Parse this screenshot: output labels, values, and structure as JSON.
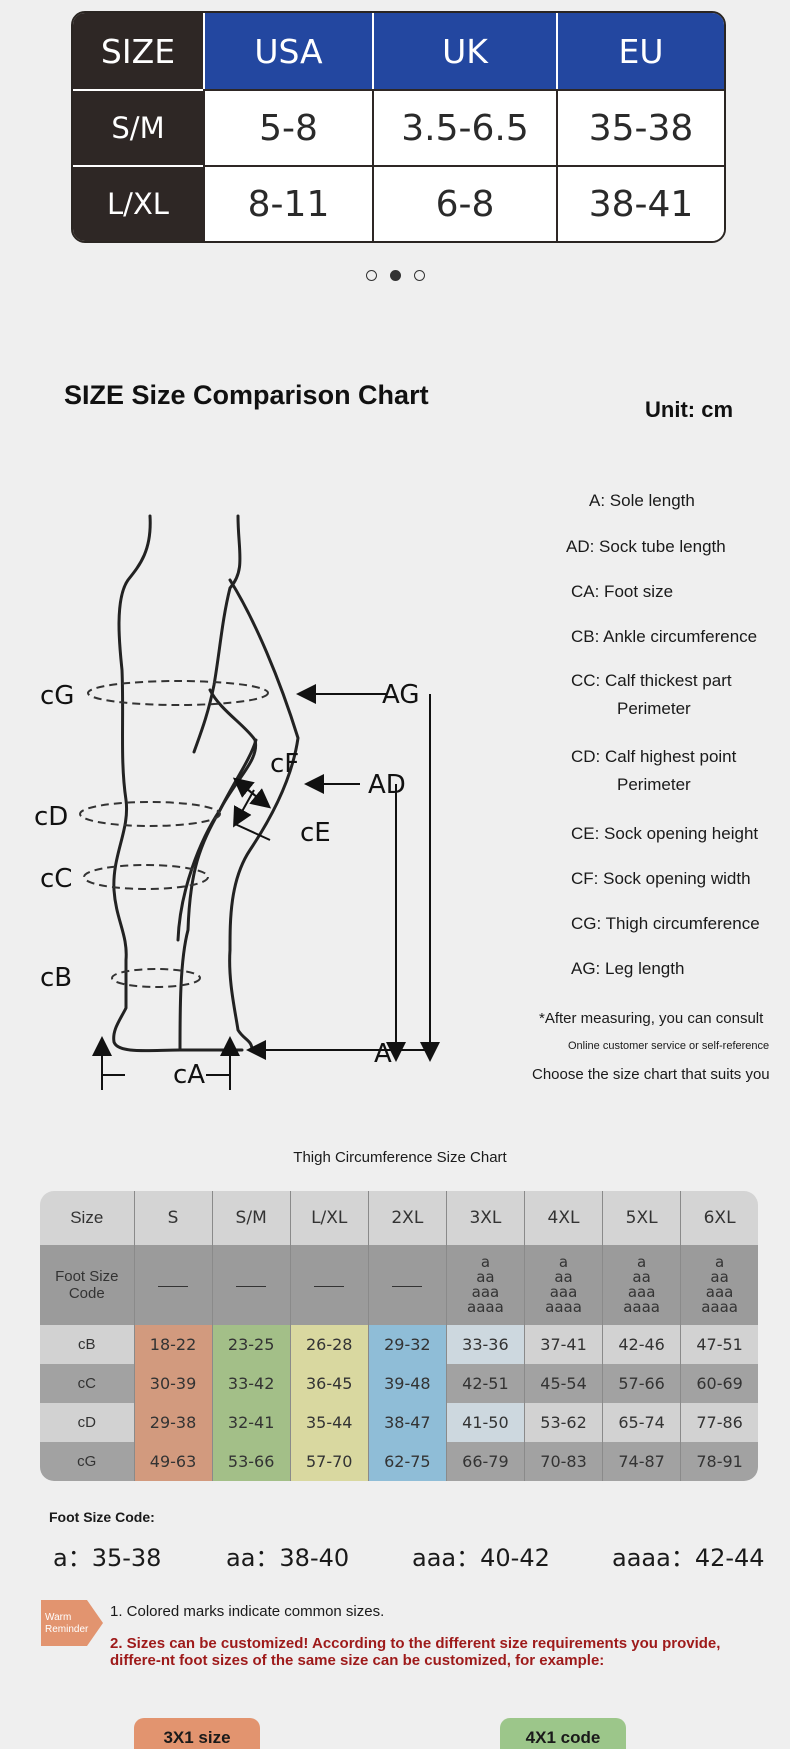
{
  "top_table": {
    "header": [
      "SIZE",
      "USA",
      "UK",
      "EU"
    ],
    "rows": [
      [
        "S/M",
        "5-8",
        "3.5-6.5",
        "35-38"
      ],
      [
        "L/XL",
        "8-11",
        "6-8",
        "38-41"
      ]
    ]
  },
  "carousel": {
    "count": 3,
    "active_index": 1
  },
  "chart_title": "SIZE Size Comparison Chart",
  "unit": "Unit: cm",
  "diagram_labels": {
    "cG": "cG",
    "cD": "cD",
    "cC": "cC",
    "cB": "cB",
    "cA": "cA",
    "cF": "cF",
    "cE": "cE",
    "AG": "AG",
    "AD": "AD",
    "A": "A"
  },
  "legend": {
    "a": "A: Sole length",
    "ad": "AD: Sock tube length",
    "ca": "CA: Foot size",
    "cb": "CB: Ankle circumference",
    "cc1": "CC: Calf thickest part",
    "cc2": "Perimeter",
    "cd1": "CD: Calf highest point",
    "cd2": "Perimeter",
    "ce": "CE: Sock opening height",
    "cf": "CF: Sock opening width",
    "cg": "CG: Thigh circumference",
    "ag": "AG: Leg length"
  },
  "notes": {
    "line1": "*After measuring, you can consult",
    "line2": "Online customer service or self-reference",
    "line3": "Choose the size chart that suits you"
  },
  "thigh_chart": {
    "title": "Thigh Circumference Size Chart",
    "size_label": "Size",
    "sizes": [
      "S",
      "S/M",
      "L/XL",
      "2XL",
      "3XL",
      "4XL",
      "5XL",
      "6XL"
    ],
    "foot_code_label": "Foot Size Code",
    "foot_codes": [
      "a",
      "aa",
      "aaa",
      "aaaa"
    ],
    "rows": [
      {
        "label": "cB",
        "values": [
          "18-22",
          "23-25",
          "26-28",
          "29-32",
          "33-36",
          "37-41",
          "42-46",
          "47-51"
        ]
      },
      {
        "label": "cC",
        "values": [
          "30-39",
          "33-42",
          "36-45",
          "39-48",
          "42-51",
          "45-54",
          "57-66",
          "60-69"
        ]
      },
      {
        "label": "cD",
        "values": [
          "29-38",
          "32-41",
          "35-44",
          "38-47",
          "41-50",
          "53-62",
          "65-74",
          "77-86"
        ]
      },
      {
        "label": "cG",
        "values": [
          "49-63",
          "53-66",
          "57-70",
          "62-75",
          "66-79",
          "70-83",
          "74-87",
          "78-91"
        ]
      }
    ]
  },
  "foot_size_code": {
    "title": "Foot Size Code:",
    "items": [
      "a：35-38",
      "aa：38-40",
      "aaa：40-42",
      "aaaa：42-44"
    ]
  },
  "reminder": {
    "badge_line1": "Warm",
    "badge_line2": "Reminder",
    "line1": "1. Colored marks indicate common sizes.",
    "line2": "2. Sizes can be customized! According to the different size requirements you provide, differe-nt foot sizes of the same size can be customized, for example:"
  },
  "examples": [
    "3X1 size",
    "4X1 code"
  ],
  "colors": {
    "blue_header": "#2347a0",
    "dark_header": "#2e2725",
    "size_s": "#d29a7e",
    "size_sm": "#a3bf88",
    "size_lxl": "#d9d8a0",
    "size_2xl": "#8fbdd7",
    "reminder_red": "#9e1a1a",
    "badge_orange": "#e2946f"
  }
}
